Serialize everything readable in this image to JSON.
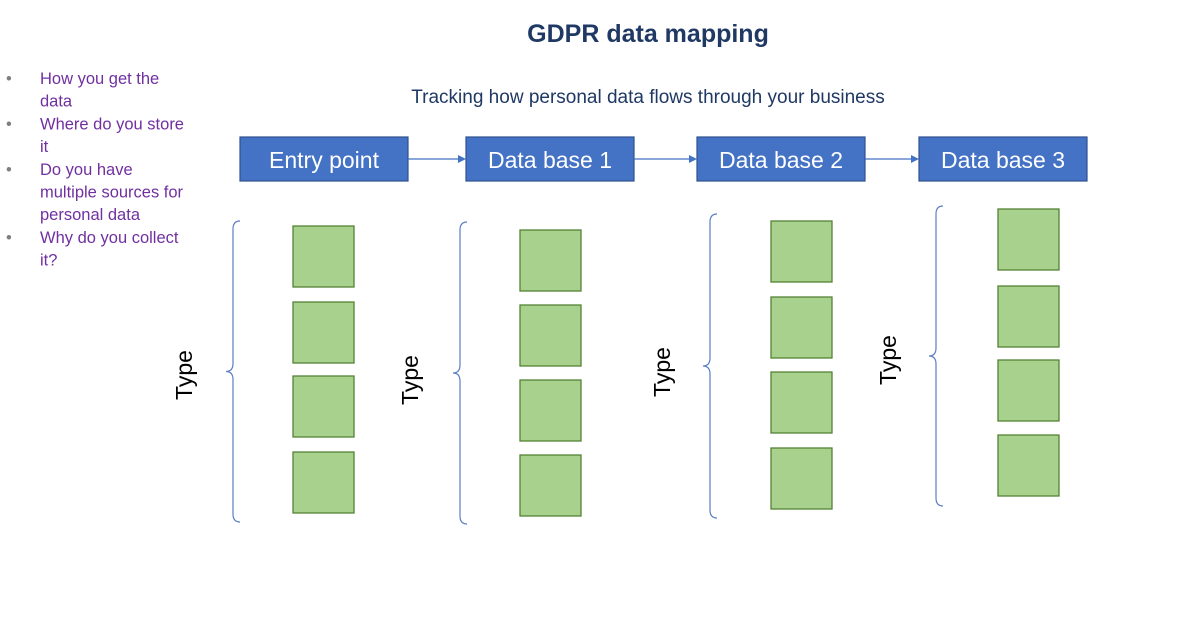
{
  "title": "GDPR data mapping",
  "subtitle": "Tracking how personal data flows through your business",
  "bullets": [
    [
      "How you get the",
      "data"
    ],
    [
      "Where do you store",
      "it"
    ],
    [
      "Do you have",
      "multiple sources for",
      "personal data"
    ],
    [
      "Why do you collect",
      "it?"
    ]
  ],
  "stages": [
    {
      "label": "Entry point",
      "type_label": "Type",
      "item_count": 4
    },
    {
      "label": "Data base 1",
      "type_label": "Type",
      "item_count": 4
    },
    {
      "label": "Data base 2",
      "type_label": "Type",
      "item_count": 4
    },
    {
      "label": "Data base 3",
      "type_label": "Type",
      "item_count": 4
    }
  ],
  "colors": {
    "title": "#1f3864",
    "bullet_text": "#7030a0",
    "stage_fill": "#4472c4",
    "square_fill": "#a9d18e",
    "square_stroke": "#548235"
  }
}
